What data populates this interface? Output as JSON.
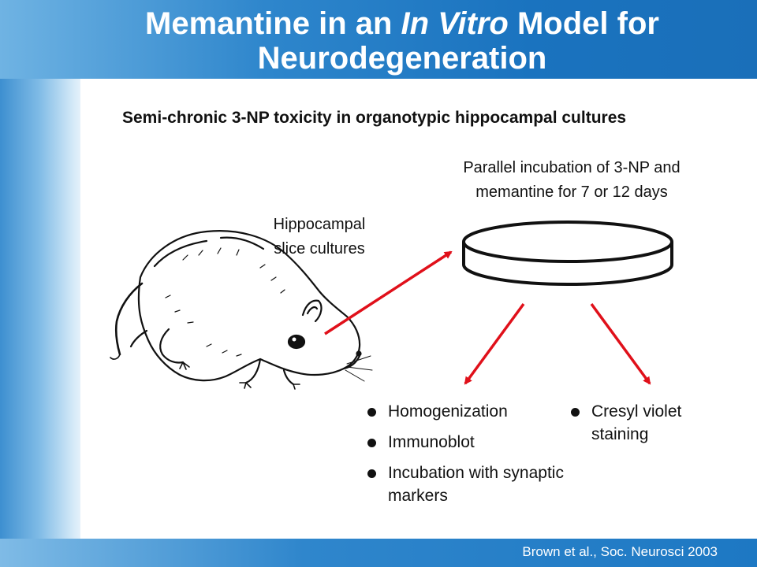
{
  "slide": {
    "title_part1": "Memantine in an ",
    "title_italic": "In Vitro",
    "title_part2": " Model for",
    "title_line2": "Neurodegeneration",
    "subtitle": "Semi-chronic 3-NP toxicity in organotypic hippocampal cultures",
    "parallel_label_line1": "Parallel incubation of 3-NP and",
    "parallel_label_line2": "memantine for 7 or 12 days",
    "hippocampal_label_line1": "Hippocampal",
    "hippocampal_label_line2": "slice cultures",
    "left_list": [
      {
        "text": "Homogenization"
      },
      {
        "text": "Immunoblot"
      },
      {
        "text": "Incubation with synaptic markers"
      }
    ],
    "right_list": [
      {
        "text": "Cresyl violet staining"
      }
    ],
    "citation": "Brown et al., Soc. Neurosci 2003"
  },
  "icons": {
    "rat": "rat-illustration",
    "dish": "petri-dish-icon",
    "arrow": "red-arrow"
  },
  "colors": {
    "title_blue": "#1a73bf",
    "arrow_red": "#e0101a",
    "text": "#111111"
  }
}
